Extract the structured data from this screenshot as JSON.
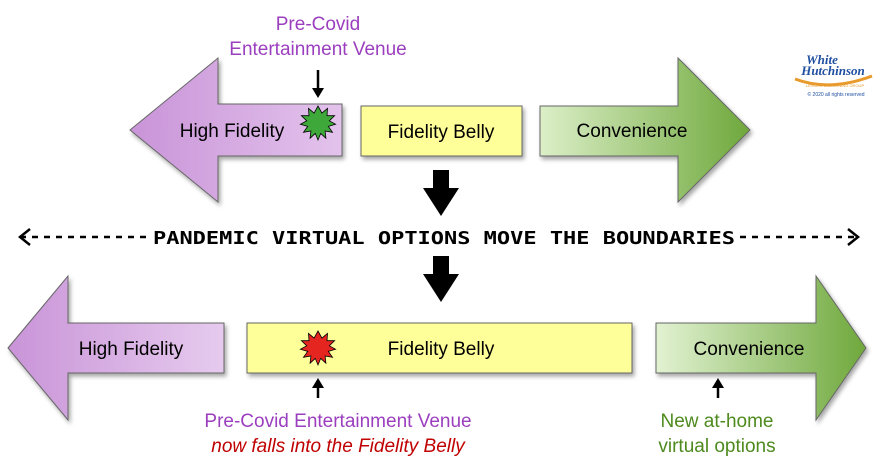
{
  "top_row": {
    "venue_label_line1": "Pre-Covid",
    "venue_label_line2": "Entertainment Venue",
    "high_fidelity": "High Fidelity",
    "fidelity_belly": "Fidelity Belly",
    "convenience": "Convenience"
  },
  "boundary_line": {
    "text": "PANDEMIC VIRTUAL OPTIONS MOVE THE BOUNDARIES"
  },
  "bottom_row": {
    "high_fidelity": "High Fidelity",
    "fidelity_belly": "Fidelity Belly",
    "convenience": "Convenience",
    "venue_caption_line1": "Pre-Covid Entertainment Venue",
    "venue_caption_line2": "now falls into the Fidelity Belly",
    "virtual_caption_line1": "New at-home",
    "virtual_caption_line2": "virtual options"
  },
  "logo": {
    "line1": "White",
    "line2": "Hutchinson",
    "tagline": "LEISURE & LEARNING GROUP",
    "copyright": "© 2020 all rights reserved"
  },
  "colors": {
    "purple": "#C994D8",
    "purple_text": "#9B3FBF",
    "yellow": "#FFFF99",
    "green_light": "#DCEFC8",
    "green_dark": "#6FA83C",
    "green_text": "#4E8A1E",
    "red_text": "#C00000",
    "burst_green": "#3FA83A",
    "burst_red": "#E52520",
    "logo_blue": "#1F4FA0",
    "logo_orange": "#E89A2C"
  }
}
